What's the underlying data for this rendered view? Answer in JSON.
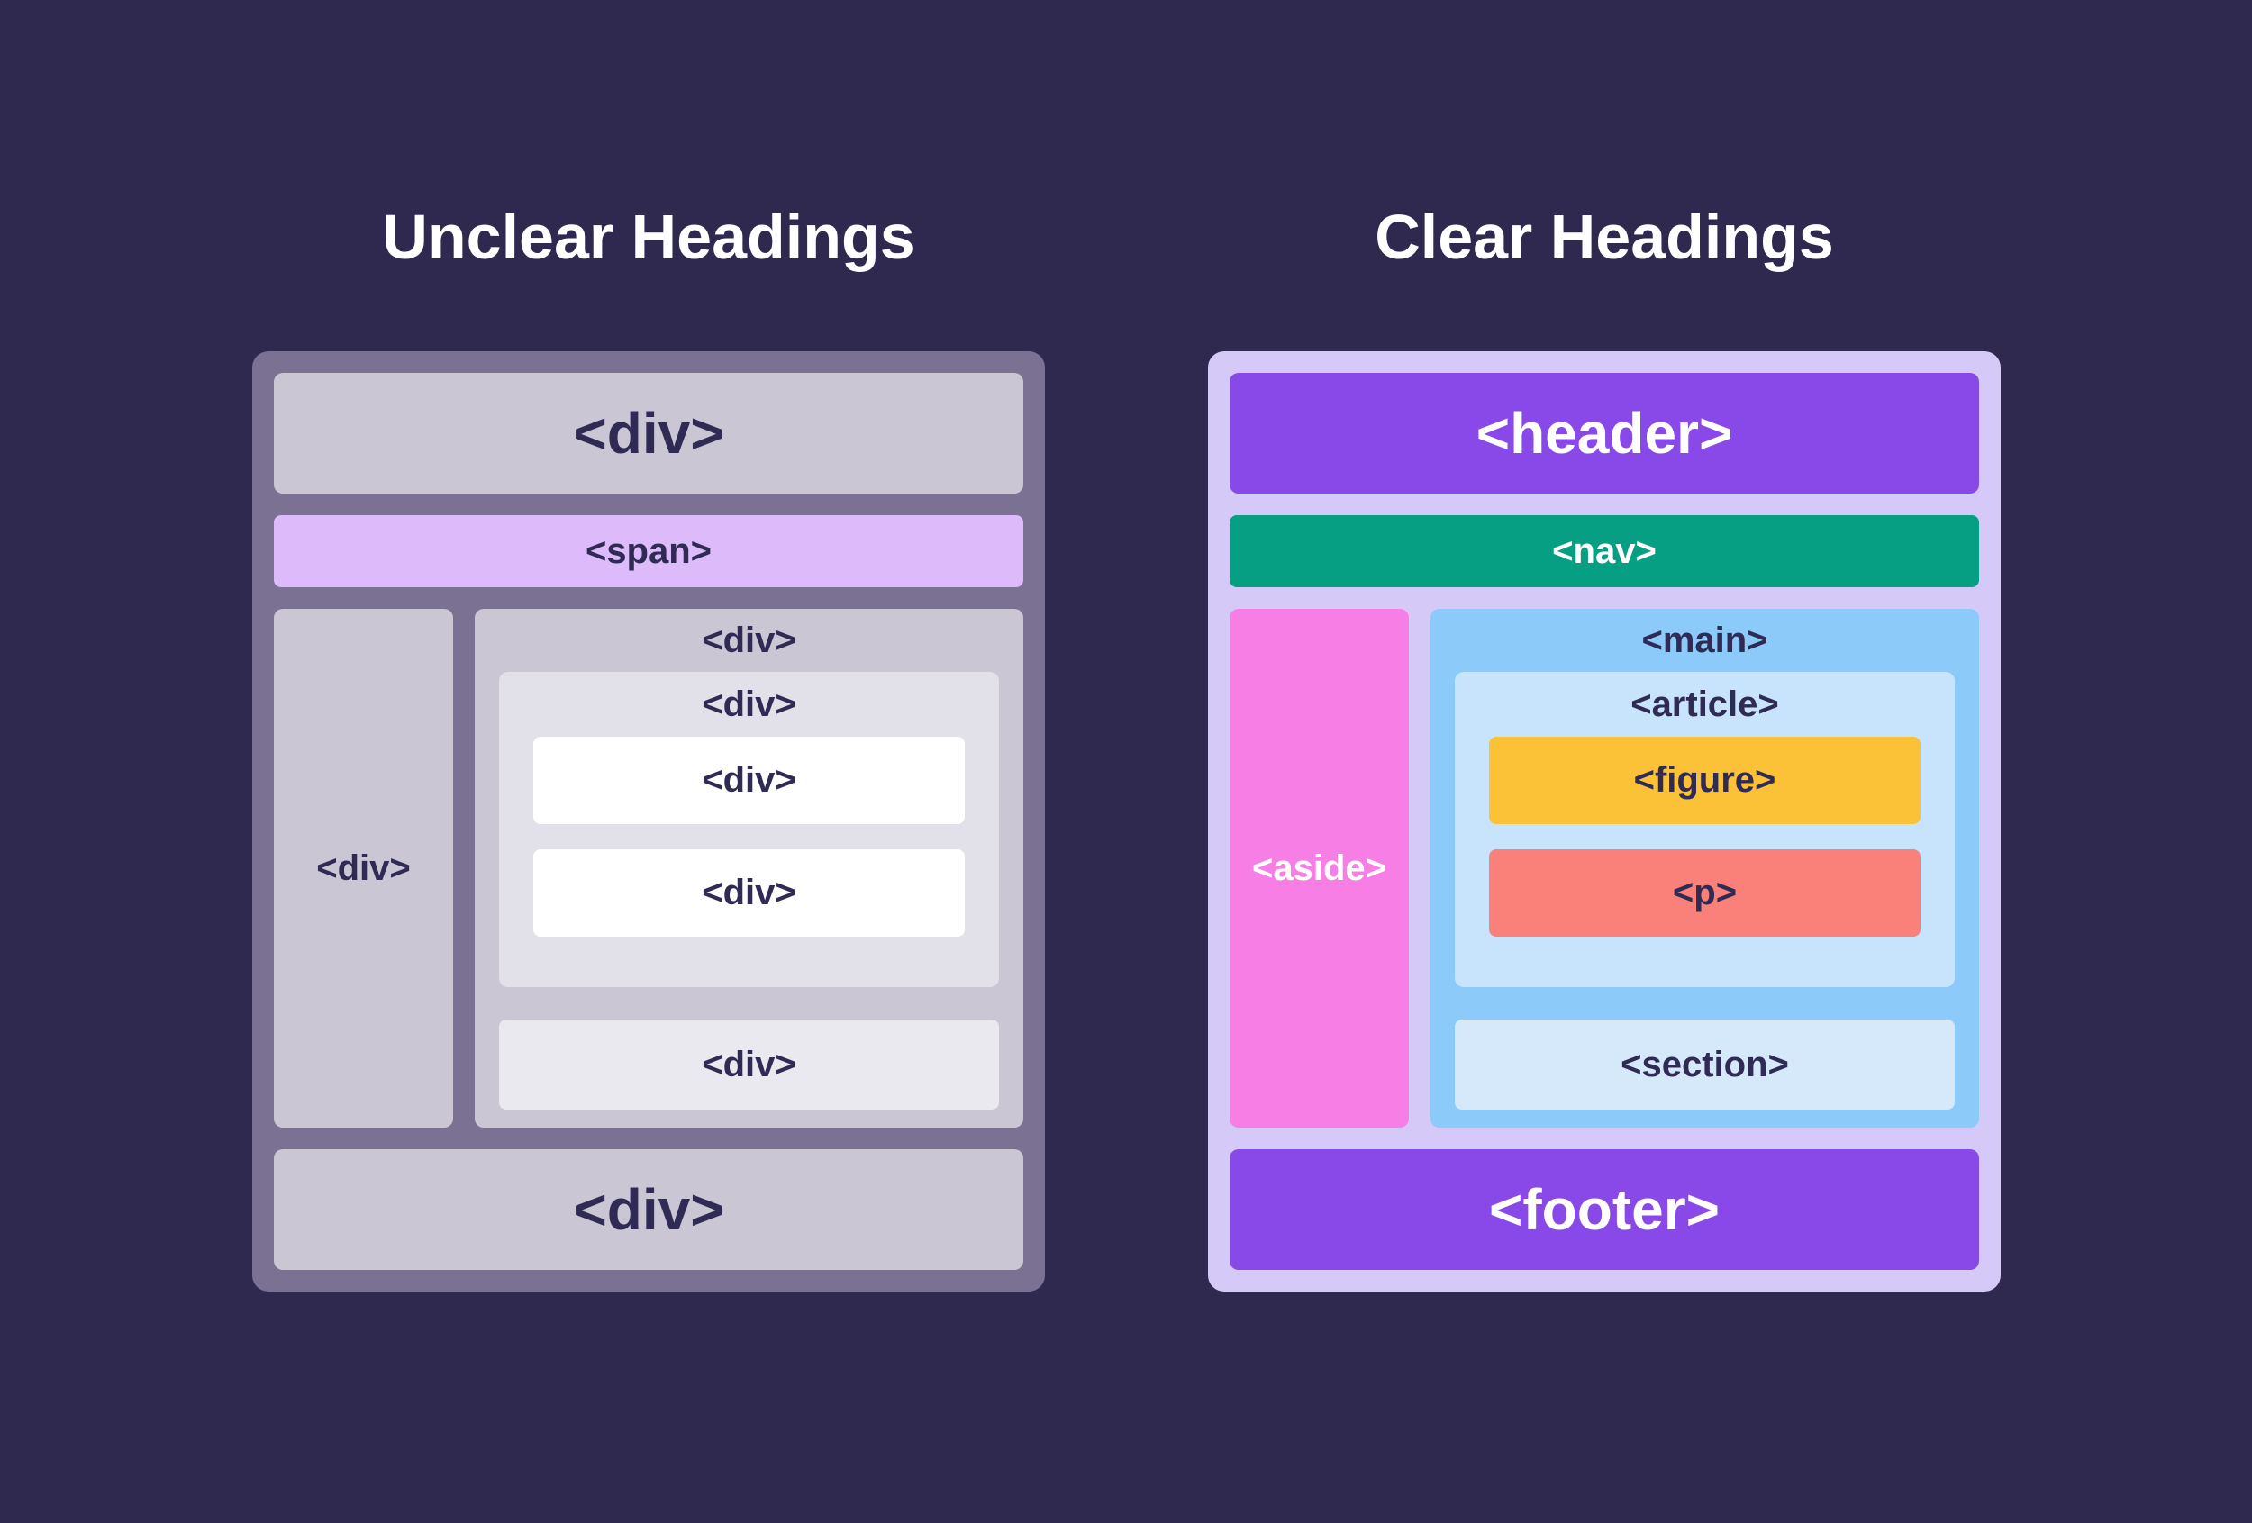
{
  "colors": {
    "background": "#2f2950",
    "title_text": "#ffffff",
    "label_dark": "#2f2b55",
    "label_light": "#ffffff",
    "unclear_container": "#7b7293",
    "unclear_box": "#cac6d4",
    "unclear_span": "#ddbbfa",
    "unclear_nested": "#e2e0e9",
    "unclear_leaf": "#ffffff",
    "unclear_bottom_nested": "#eae9ef",
    "clear_container": "#d5c9f8",
    "clear_header": "#8849e8",
    "clear_nav": "#079f84",
    "clear_aside": "#f77ee5",
    "clear_main": "#8ccaf9",
    "clear_article": "#c8e4fc",
    "clear_figure": "#fcc237",
    "clear_p": "#fa817a",
    "clear_section": "#d6e9fb",
    "clear_footer": "#8849e8"
  },
  "unclear": {
    "title": "Unclear Headings",
    "top_div": "<div>",
    "span": "<span>",
    "sidebar_div": "<div>",
    "content_div": "<div>",
    "nested_div": "<div>",
    "leaf_div_1": "<div>",
    "leaf_div_2": "<div>",
    "section_div": "<div>",
    "bottom_div": "<div>"
  },
  "clear": {
    "title": "Clear Headings",
    "header": "<header>",
    "nav": "<nav>",
    "aside": "<aside>",
    "main": "<main>",
    "article": "<article>",
    "figure": "<figure>",
    "p": "<p>",
    "section": "<section>",
    "footer": "<footer>"
  }
}
